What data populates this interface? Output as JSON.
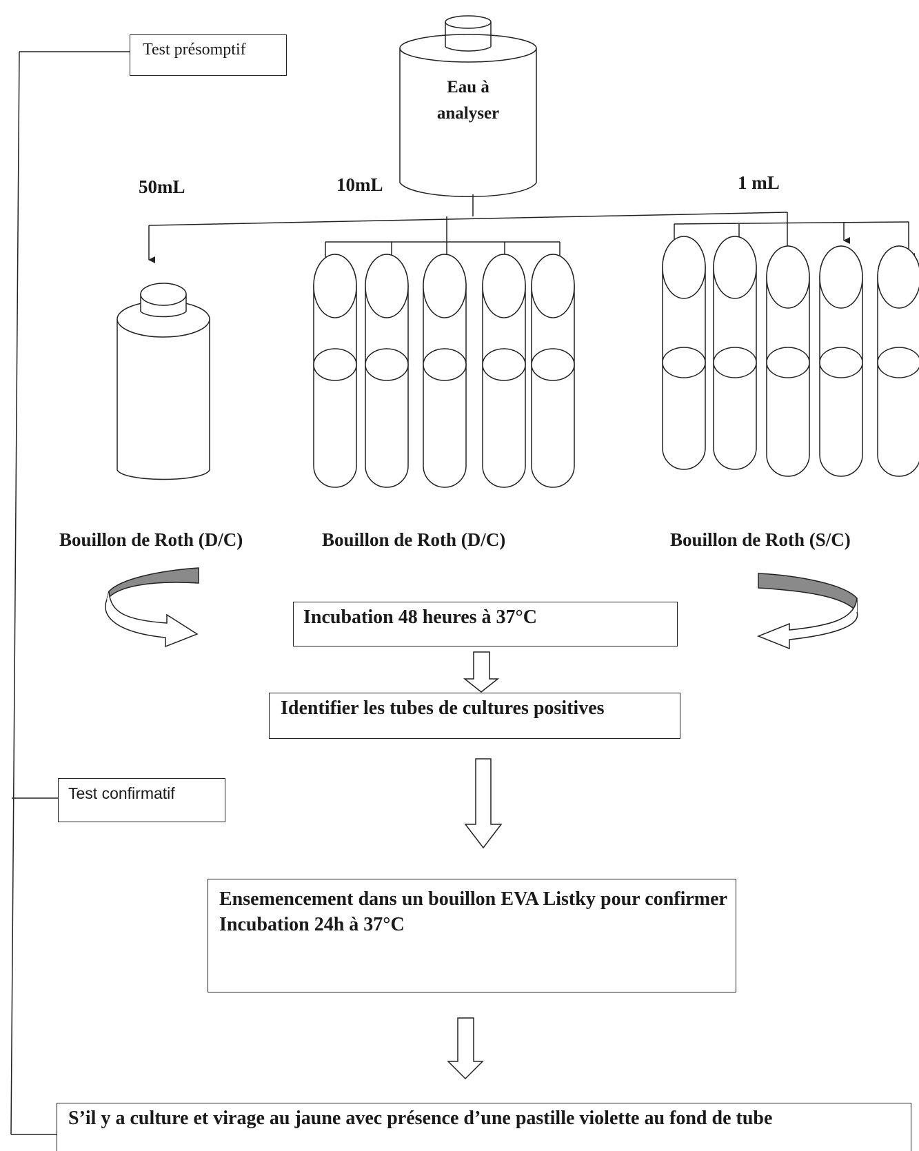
{
  "labels": {
    "test_presumptive": "Test présomptif",
    "test_confirmatory": "Test confirmatif",
    "water_sample": "Eau à analyser",
    "vol_50": "50mL",
    "vol_10": "10mL",
    "vol_1": "1 mL",
    "broth_dc_1": "Bouillon de Roth (D/C)",
    "broth_dc_2": "Bouillon de Roth (D/C)",
    "broth_sc": "Bouillon de Roth (S/C)"
  },
  "steps": {
    "incubation": "Incubation 48 heures à 37°C",
    "identify": "Identifier les tubes de cultures positives",
    "seeding": "Ensemencement dans un bouillon EVA Listky pour confirmer Incubation 24h à 37°C",
    "result": "S’il y a culture et virage au jaune avec présence d’une pastille violette au fond de tube"
  }
}
